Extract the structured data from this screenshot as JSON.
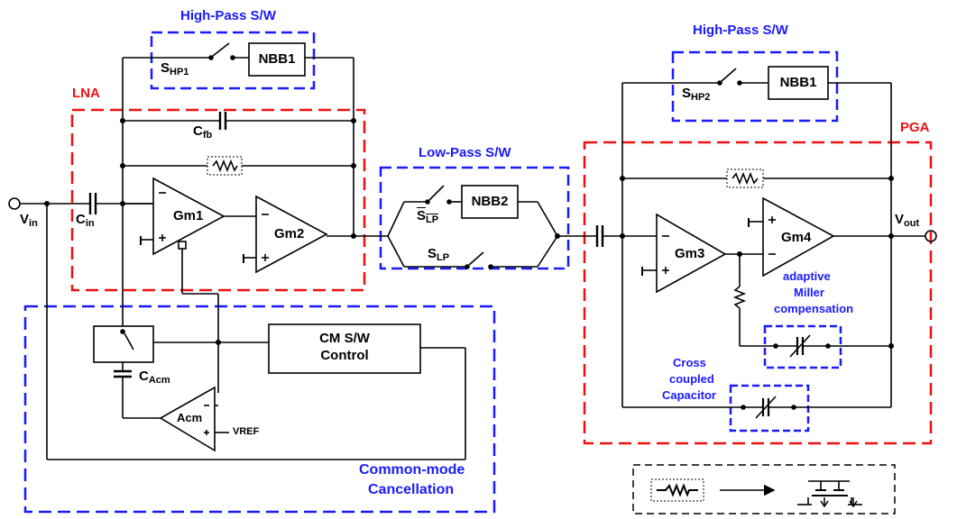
{
  "labels": {
    "hp_sw_left": "High-Pass S/W",
    "hp_sw_right": "High-Pass S/W",
    "lp_sw": "Low-Pass S/W",
    "lna": "LNA",
    "pga": "PGA",
    "cm_cancel_line1": "Common-mode",
    "cm_cancel_line2": "Cancellation",
    "adaptive_line1": "adaptive",
    "adaptive_line2": "Miller",
    "adaptive_line3": "compensation",
    "cross_line1": "Cross",
    "cross_line2": "coupled",
    "cross_line3": "Capacitor"
  },
  "blocks": {
    "nbb1_left": "NBB1",
    "nbb1_right": "NBB1",
    "nbb2": "NBB2",
    "cm_control_line1": "CM S/W",
    "cm_control_line2": "Control"
  },
  "amplifiers": {
    "gm1": "Gm1",
    "gm2": "Gm2",
    "gm3": "Gm3",
    "gm4": "Gm4",
    "acm": "Acm"
  },
  "components": {
    "vin": "V",
    "vin_sub": "in",
    "cin": "C",
    "cin_sub": "in",
    "cfb": "C",
    "cfb_sub": "fb",
    "cacm": "C",
    "cacm_sub": "Acm",
    "vout": "V",
    "vout_sub": "out",
    "vref": "VREF",
    "shp1": "S",
    "shp1_sub": "HP1",
    "shp2": "S",
    "shp2_sub": "HP2",
    "slp_bar": "S",
    "slp_bar_sub": "LP",
    "slp": "S",
    "slp_sub": "LP"
  },
  "colors": {
    "blue": "#1a1aff",
    "red": "#ee1111",
    "wire": "#000000"
  }
}
